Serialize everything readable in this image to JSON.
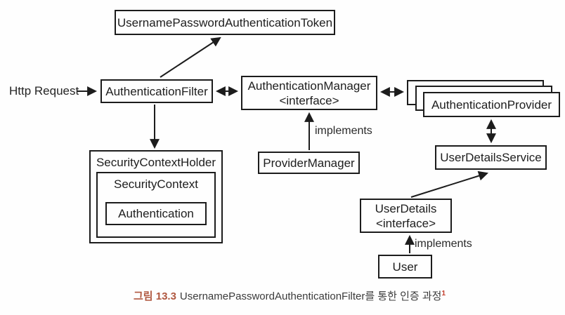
{
  "diagram": {
    "nodes": {
      "token": {
        "label": "UsernamePasswordAuthenticationToken"
      },
      "http_request": {
        "label": "Http Request"
      },
      "authentication_filter": {
        "label": "AuthenticationFilter"
      },
      "authentication_manager": {
        "label": "AuthenticationManager",
        "stereotype": "<interface>"
      },
      "authentication_provider": {
        "label": "AuthenticationProvider"
      },
      "provider_manager": {
        "label": "ProviderManager"
      },
      "security_context_holder": {
        "label": "SecurityContextHolder"
      },
      "security_context": {
        "label": "SecurityContext"
      },
      "authentication": {
        "label": "Authentication"
      },
      "user_details_service": {
        "label": "UserDetailsService"
      },
      "user_details": {
        "label": "UserDetails",
        "stereotype": "<interface>"
      },
      "user": {
        "label": "User"
      }
    },
    "edge_labels": {
      "provider_manager_implements": "implements",
      "user_implements": "implements"
    },
    "line_color": "#1c1c1c"
  },
  "caption": {
    "figure_label": "그림 13.3",
    "title": "UsernamePasswordAuthenticationFilter를 통한 인증 과정",
    "footnote_marker": "1",
    "figure_label_color": "#b0573f",
    "footnote_color": "#c23a28"
  }
}
